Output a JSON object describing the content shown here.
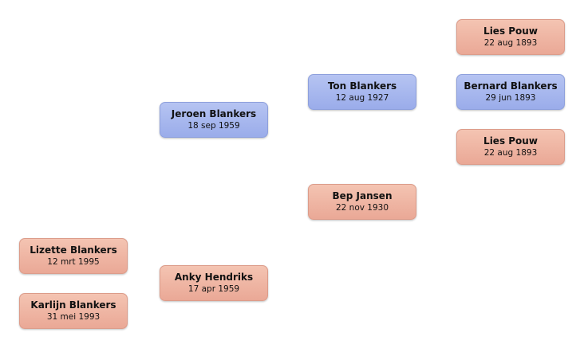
{
  "people": {
    "lies_pouw_top": {
      "name": "Lies Pouw",
      "date": "22 aug 1893",
      "gender": "female"
    },
    "bernard_blankers": {
      "name": "Bernard Blankers",
      "date": "29 jun 1893",
      "gender": "male"
    },
    "lies_pouw_bottom": {
      "name": "Lies Pouw",
      "date": "22 aug 1893",
      "gender": "female"
    },
    "ton_blankers": {
      "name": "Ton Blankers",
      "date": "12 aug 1927",
      "gender": "male"
    },
    "bep_jansen": {
      "name": "Bep Jansen",
      "date": "22 nov 1930",
      "gender": "female"
    },
    "jeroen_blankers": {
      "name": "Jeroen Blankers",
      "date": "18 sep 1959",
      "gender": "male"
    },
    "anky_hendriks": {
      "name": "Anky Hendriks",
      "date": "17 apr 1959",
      "gender": "female"
    },
    "lizette_blankers": {
      "name": "Lizette Blankers",
      "date": "12 mrt 1995",
      "gender": "female"
    },
    "karlijn_blankers": {
      "name": "Karlijn Blankers",
      "date": "31 mei 1993",
      "gender": "female"
    }
  },
  "colors": {
    "male": "#a8b8ee",
    "female": "#eeb4a2"
  }
}
